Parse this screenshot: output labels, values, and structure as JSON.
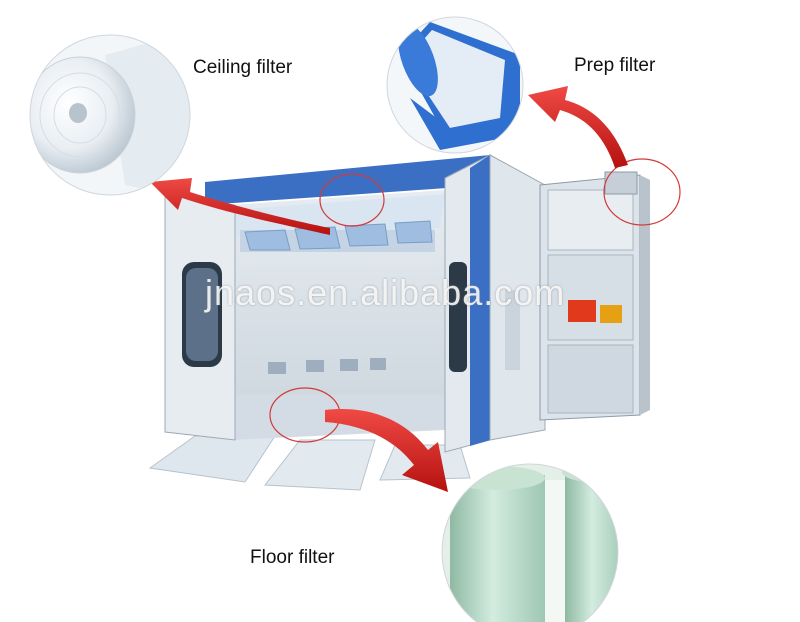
{
  "labels": {
    "ceiling": "Ceiling filter",
    "prep": "Prep filter",
    "floor": "Floor filter"
  },
  "watermark": "jnaos.en.alibaba.com",
  "colors": {
    "booth_blue": "#3b6fc4",
    "arrow_red": "#d9201f",
    "prep_filter_blue": "#2f6fd0",
    "floor_filter_green": "#b9dcc4"
  }
}
